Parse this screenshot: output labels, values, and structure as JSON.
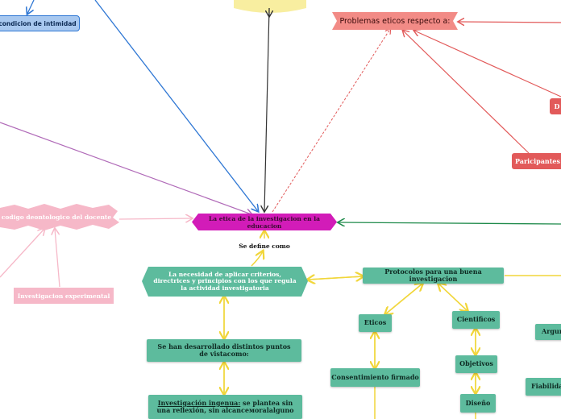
{
  "nodes": {
    "intimidad": "condicion de intimidad",
    "problemas": "Problemas eticos respecto a:",
    "participantes": "Paricipantes",
    "d_partial": "D",
    "codigo": "codigo deontologico del docente",
    "central": "La etica de la investigacion en la educacion",
    "se_define": "Se define como",
    "investigacion_experimental": "Investigacion experimental",
    "necesidad": "La necesidad de aplicar criterios, directrices y principios con los que regula la actividad investigatoria",
    "protocolos": "Protocolos para una buena investigacion",
    "eticos": "Eticos",
    "cientificos": "Cientificos",
    "argu": "Argum",
    "puntos": "Se han desarrollado distintos puntos de vistacomo:",
    "objetivos": "Objetivos",
    "consentimiento": "Consentimiento firmado",
    "fiabilidad": "Fiabilidad",
    "diseno": "Diseño",
    "ingenua_label": "Investigación ingenua:",
    "ingenua_text": " se plantea sin una reflexión, sin alcanceмoralalguno"
  },
  "colors": {
    "teal": "#5dbb9d",
    "pink": "#f6b8c8",
    "magenta": "#d21cb8",
    "red": "#e25a5a",
    "yellow": "#f1d63a",
    "blue": "#2f77d4",
    "green": "#1e8a4a"
  }
}
